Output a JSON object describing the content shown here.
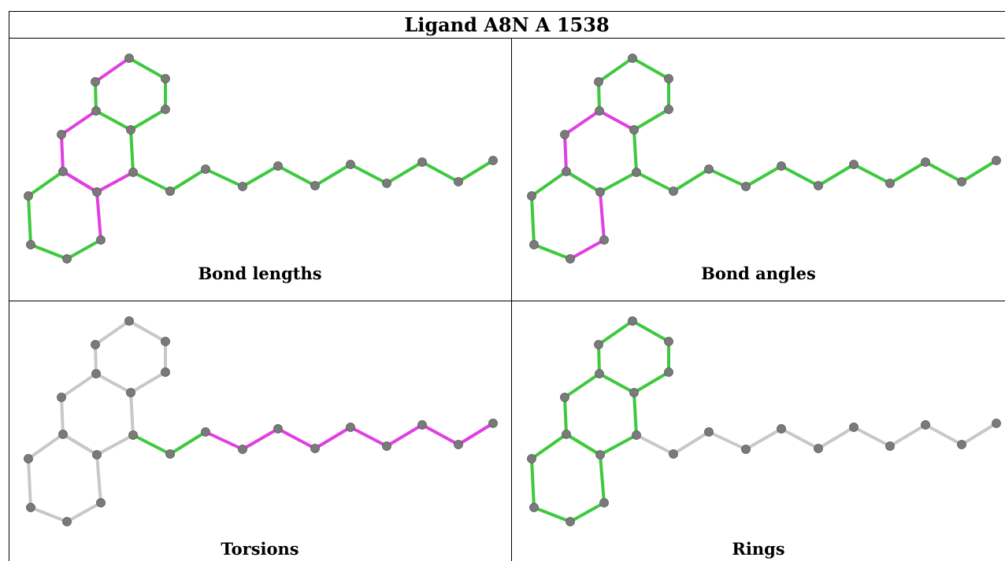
{
  "title": "Ligand A8N A 1538",
  "colors": {
    "green": "#3ec93e",
    "magenta": "#e040e0",
    "grey": "#c8c8c8",
    "atom": "#7a7a7a"
  },
  "panels": [
    {
      "caption": "Bond lengths",
      "bond_colors": [
        "green",
        "green",
        "green",
        "magenta",
        "green",
        "green",
        "magenta",
        "green",
        "magenta",
        "magenta",
        "magenta",
        "green",
        "green",
        "green",
        "green",
        "magenta",
        "magenta",
        "green",
        "green",
        "green",
        "green",
        "green",
        "green",
        "green",
        "green",
        "green",
        "green",
        "green"
      ]
    },
    {
      "caption": "Bond angles",
      "bond_colors": [
        "green",
        "green",
        "green",
        "green",
        "green",
        "magenta",
        "magenta",
        "green",
        "magenta",
        "magenta",
        "green",
        "green",
        "green",
        "green",
        "magenta",
        "magenta",
        "green",
        "green",
        "green",
        "green",
        "green",
        "green",
        "green",
        "green",
        "green",
        "green",
        "green",
        "green"
      ]
    },
    {
      "caption": "Torsions",
      "bond_colors": [
        "grey",
        "grey",
        "grey",
        "grey",
        "grey",
        "grey",
        "grey",
        "grey",
        "grey",
        "grey",
        "grey",
        "grey",
        "grey",
        "grey",
        "grey",
        "grey",
        "grey",
        "green",
        "green",
        "magenta",
        "magenta",
        "magenta",
        "magenta",
        "magenta",
        "magenta",
        "magenta",
        "magenta",
        "grey"
      ]
    },
    {
      "caption": "Rings",
      "bond_colors": [
        "green",
        "green",
        "green",
        "green",
        "green",
        "green",
        "green",
        "green",
        "green",
        "green",
        "green",
        "green",
        "green",
        "green",
        "green",
        "green",
        "green",
        "grey",
        "grey",
        "grey",
        "grey",
        "grey",
        "grey",
        "grey",
        "grey",
        "grey",
        "grey",
        "grey"
      ]
    }
  ]
}
